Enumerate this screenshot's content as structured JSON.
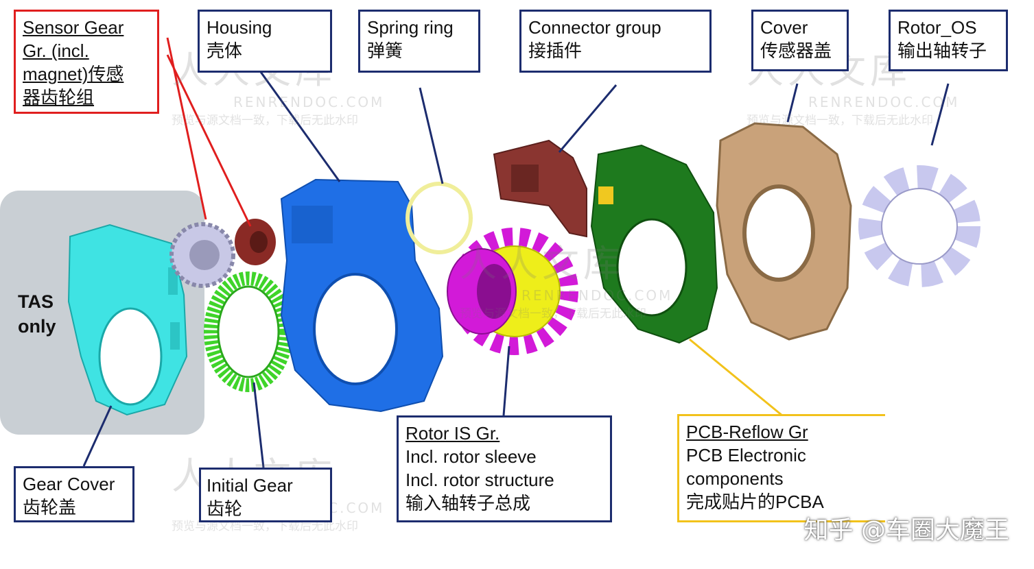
{
  "labels": {
    "sensor_gear": {
      "lines": [
        "Sensor Gear",
        "Gr. (incl.",
        "magnet)传感",
        "器齿轮组"
      ]
    },
    "housing": {
      "lines": [
        "Housing",
        "壳体"
      ]
    },
    "spring_ring": {
      "lines": [
        "Spring ring",
        "弹簧"
      ]
    },
    "connector_group": {
      "lines": [
        "Connector group",
        "接插件"
      ]
    },
    "cover": {
      "lines": [
        "Cover",
        "传感器盖"
      ]
    },
    "rotor_os": {
      "lines": [
        "Rotor_OS",
        "输出轴转子"
      ]
    },
    "gear_cover": {
      "lines": [
        "Gear Cover",
        "齿轮盖"
      ]
    },
    "initial_gear": {
      "lines": [
        "Initial Gear",
        "齿轮"
      ]
    },
    "rotor_is": {
      "lines": [
        "Rotor IS Gr.",
        "Incl. rotor sleeve",
        "Incl. rotor structure",
        "输入轴转子总成"
      ]
    },
    "pcb_reflow": {
      "lines": [
        "PCB-Reflow Gr",
        "PCB   Electronic",
        "components",
        "完成贴片的PCBA"
      ]
    }
  },
  "tas_note": {
    "lines": [
      "TAS",
      "only"
    ]
  },
  "watermark": {
    "logo": "人人文库",
    "domain": "RENRENDOC.COM",
    "tagline": "预览与源文档一致，下载后无此水印"
  },
  "credit": "知乎 @车圈大魔王",
  "colors": {
    "gear_cover": "#3fe3e3",
    "sensor_gear": "#c8c8e6",
    "magnet": "#8a2a25",
    "initial_gear": "#3fd42a",
    "housing": "#1f6fe6",
    "spring_ring": "#f0ee9a",
    "rotor_sleeve": "#d21ad8",
    "rotor_structure": "#eeee1a",
    "connector": "#8a3530",
    "pcb": "#1e7a1e",
    "cover": "#c9a27a",
    "rotor_os": "#c8c8ee",
    "tas_area": "#c9cfd4",
    "leader_blue": "#1c2c6e",
    "leader_red": "#e01e1e",
    "leader_gold": "#f2c21b"
  }
}
